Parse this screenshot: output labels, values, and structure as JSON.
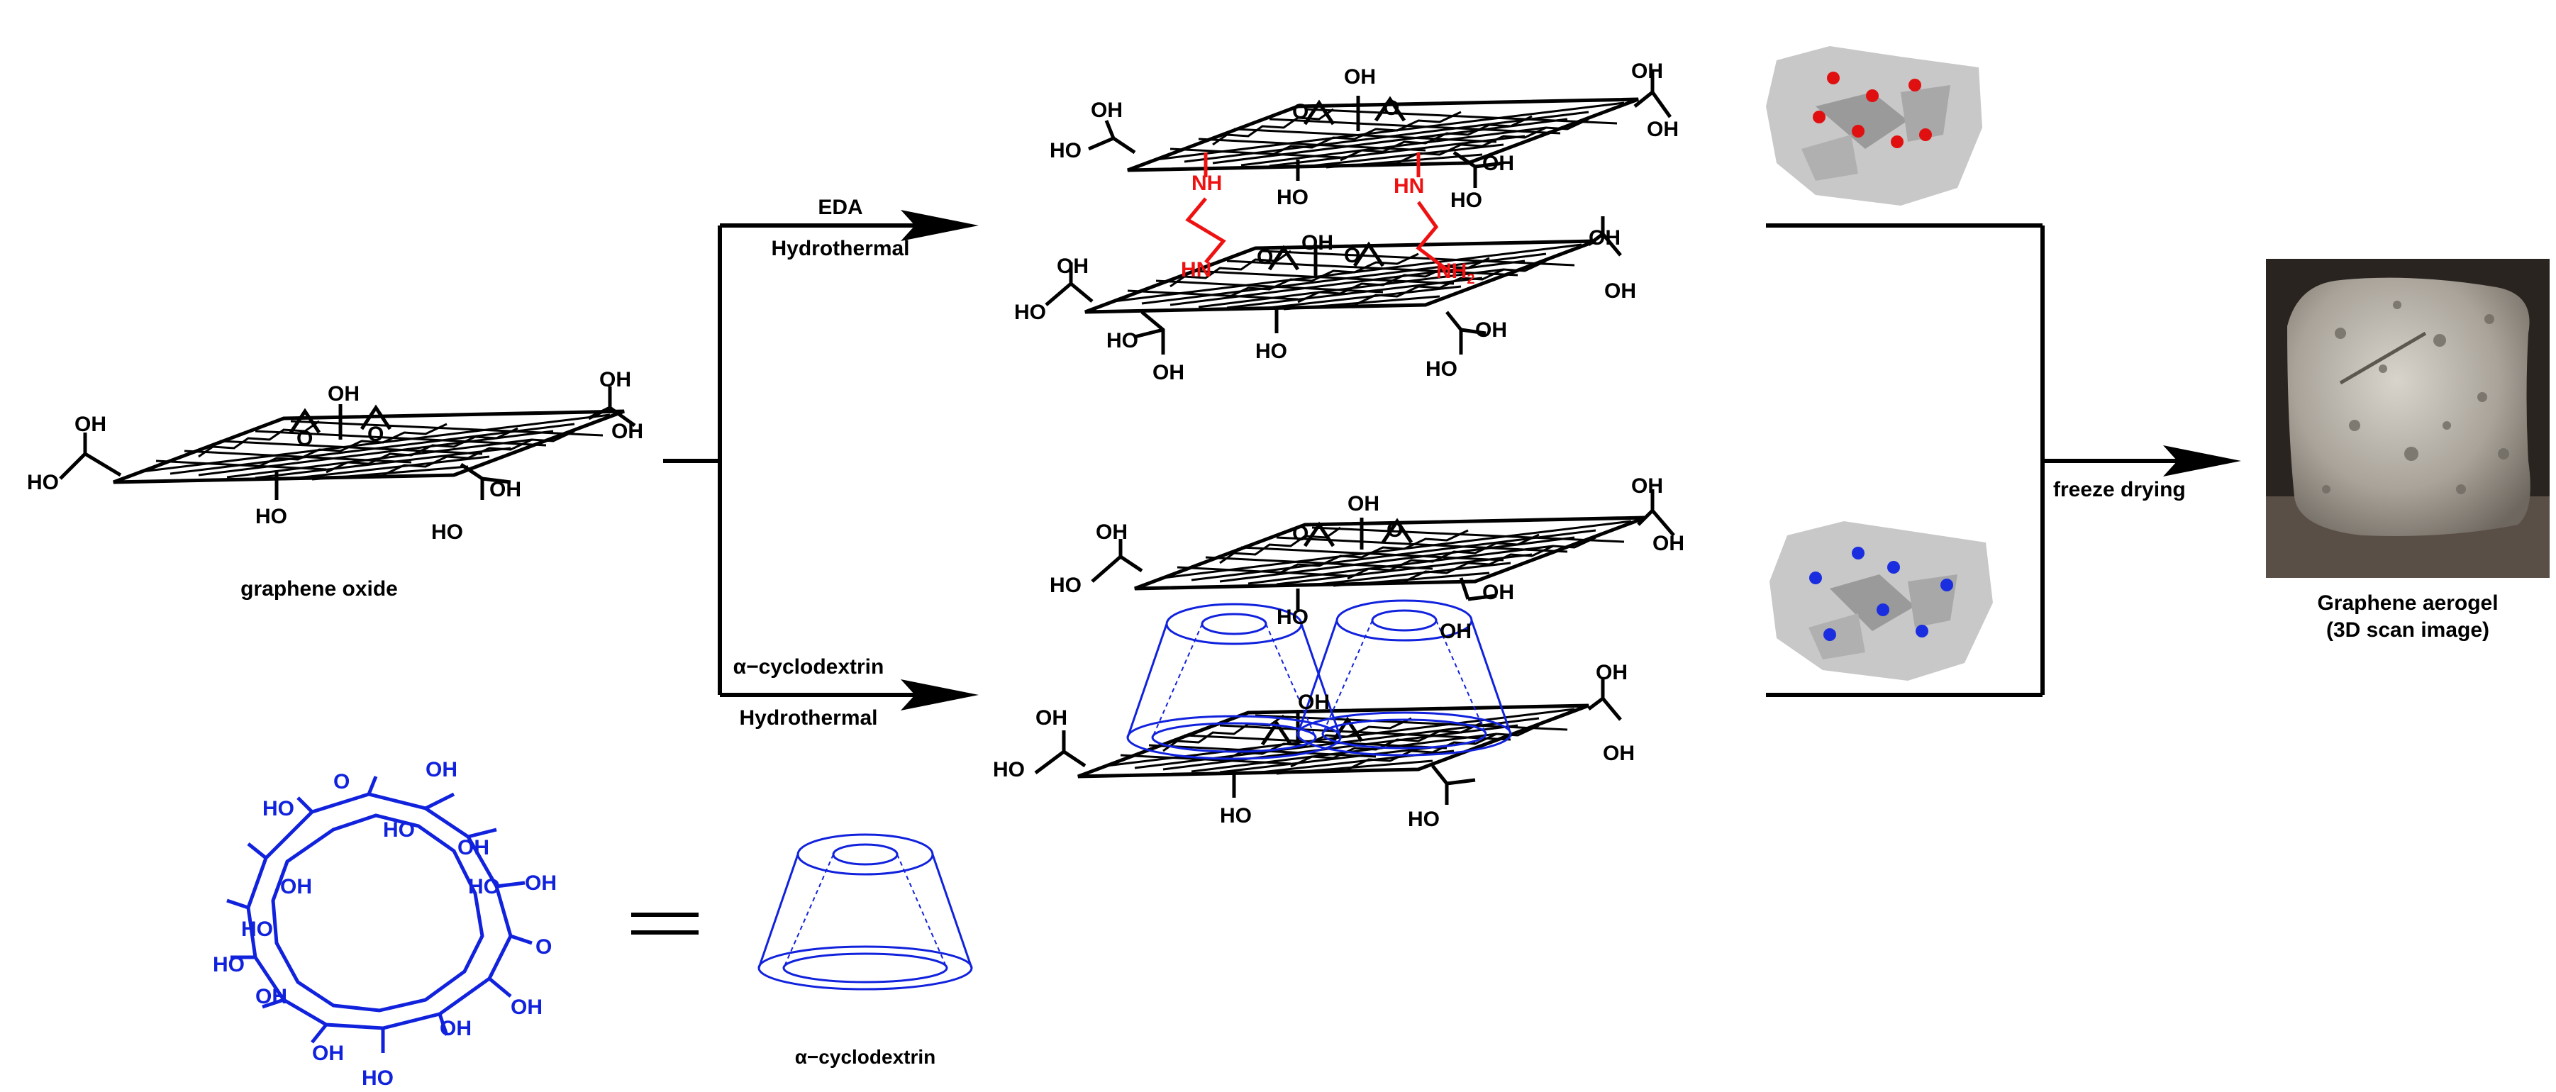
{
  "colors": {
    "ink": "#000000",
    "amine": "#ee1111",
    "cyclodextrin": "#1122dd",
    "flake": "#c8c8c8",
    "flake_dark": "#9a9a9a",
    "dot_red": "#e01010",
    "dot_blue": "#1a2ee0",
    "aerogel_bg": "#2a2420"
  },
  "icons": {
    "graphene_sheet": "graphene-sheet-icon",
    "aerogel_photo": "aerogel-photo",
    "cone": "cyclodextrin-cone-icon",
    "arrow": "reaction-arrow-icon"
  },
  "start": {
    "label": "graphene oxide"
  },
  "route_eda": {
    "reagent": "EDA",
    "condition": "Hydrothermal"
  },
  "route_cd": {
    "reagent": "α−cyclodextrin",
    "condition": "Hydrothermal"
  },
  "drying": {
    "label": "freeze drying"
  },
  "product": {
    "title": "Graphene aerogel",
    "subtitle": "(3D scan image)"
  },
  "legend": {
    "equals": "=",
    "cone_label": "α−cyclodextrin"
  },
  "groups": {
    "oh": "OH",
    "ho": "HO",
    "nh": "NH",
    "hn": "HN",
    "nh2": "NH",
    "nh2_sub": "2",
    "o": "O"
  }
}
